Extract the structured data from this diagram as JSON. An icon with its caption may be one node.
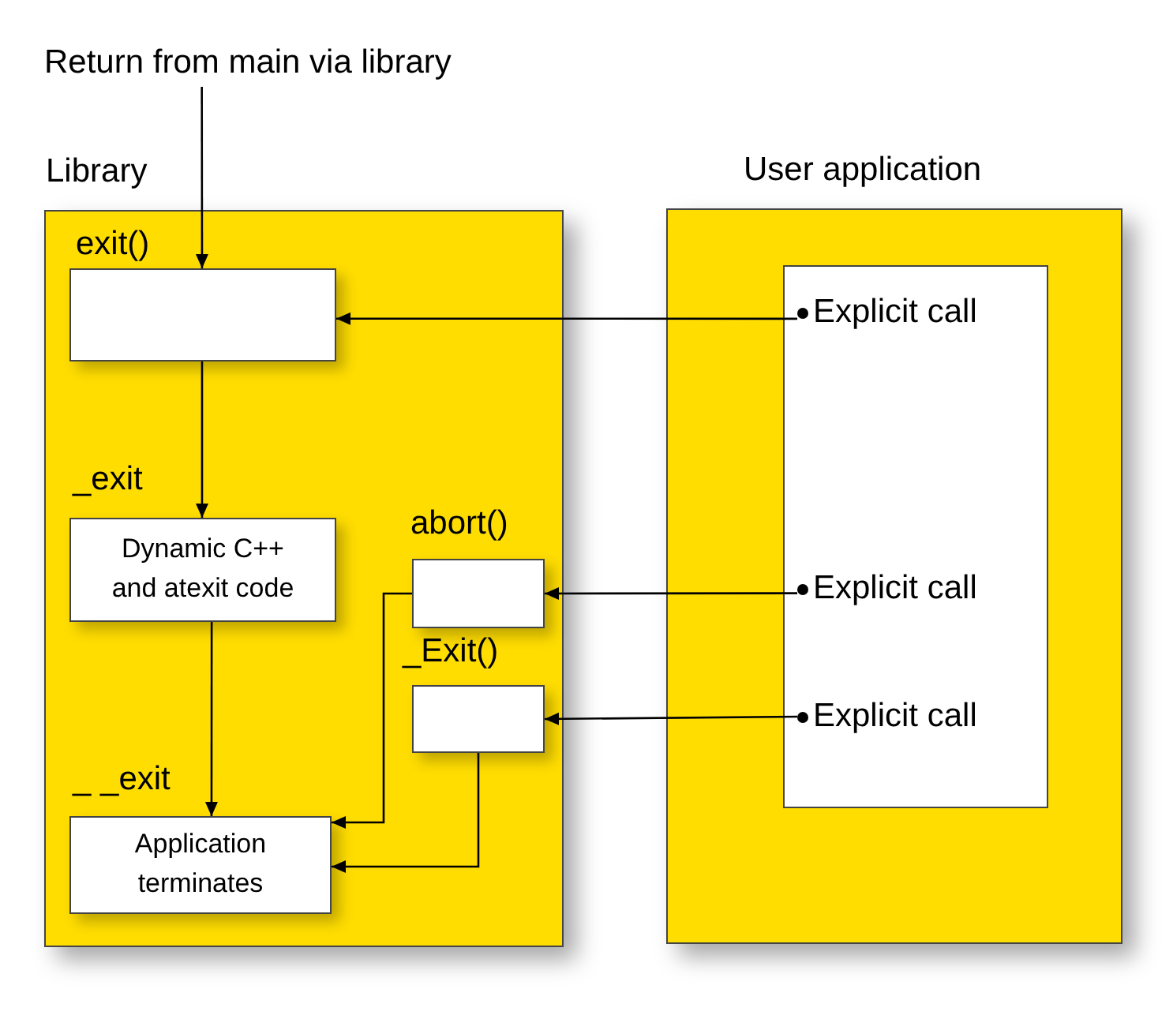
{
  "diagram": {
    "nodes": [
      {
        "text": [
          "Library"
        ]
      },
      {
        "text": [
          "exit()"
        ],
        "in": 0
      },
      {
        "text": [
          "_exit",
          "Dynamic C++ and atexit code"
        ],
        "in": 0
      },
      {
        "text": [
          "abort()"
        ],
        "in": 0
      },
      {
        "text": [
          "_Exit()"
        ],
        "in": 0
      },
      {
        "text": [
          "_ _exit",
          "Application terminates"
        ],
        "in": 0
      },
      {
        "text": [
          "User application"
        ]
      },
      {
        "text": [],
        "shape": "box",
        "in": 6
      },
      {
        "text": [
          "Explicit call"
        ],
        "in": 7
      },
      {
        "text": [
          "Explicit call"
        ],
        "in": 7
      },
      {
        "text": [
          "Explicit call"
        ],
        "in": 7
      },
      {
        "text": [
          "Return from main via library"
        ]
      }
    ],
    "edges": [
      {
        "from": 11,
        "to": 1,
        "arrow": "to"
      },
      {
        "from": 8,
        "to": 1,
        "arrow": "to"
      },
      {
        "from": 1,
        "to": 2,
        "arrow": "to"
      },
      {
        "from": 2,
        "to": 5,
        "arrow": "to"
      },
      {
        "from": 3,
        "to": 5,
        "arrow": "to"
      },
      {
        "from": 4,
        "to": 5,
        "arrow": "to"
      },
      {
        "from": 9,
        "to": 3,
        "arrow": "to"
      },
      {
        "from": 10,
        "to": 4,
        "arrow": "to"
      }
    ]
  }
}
